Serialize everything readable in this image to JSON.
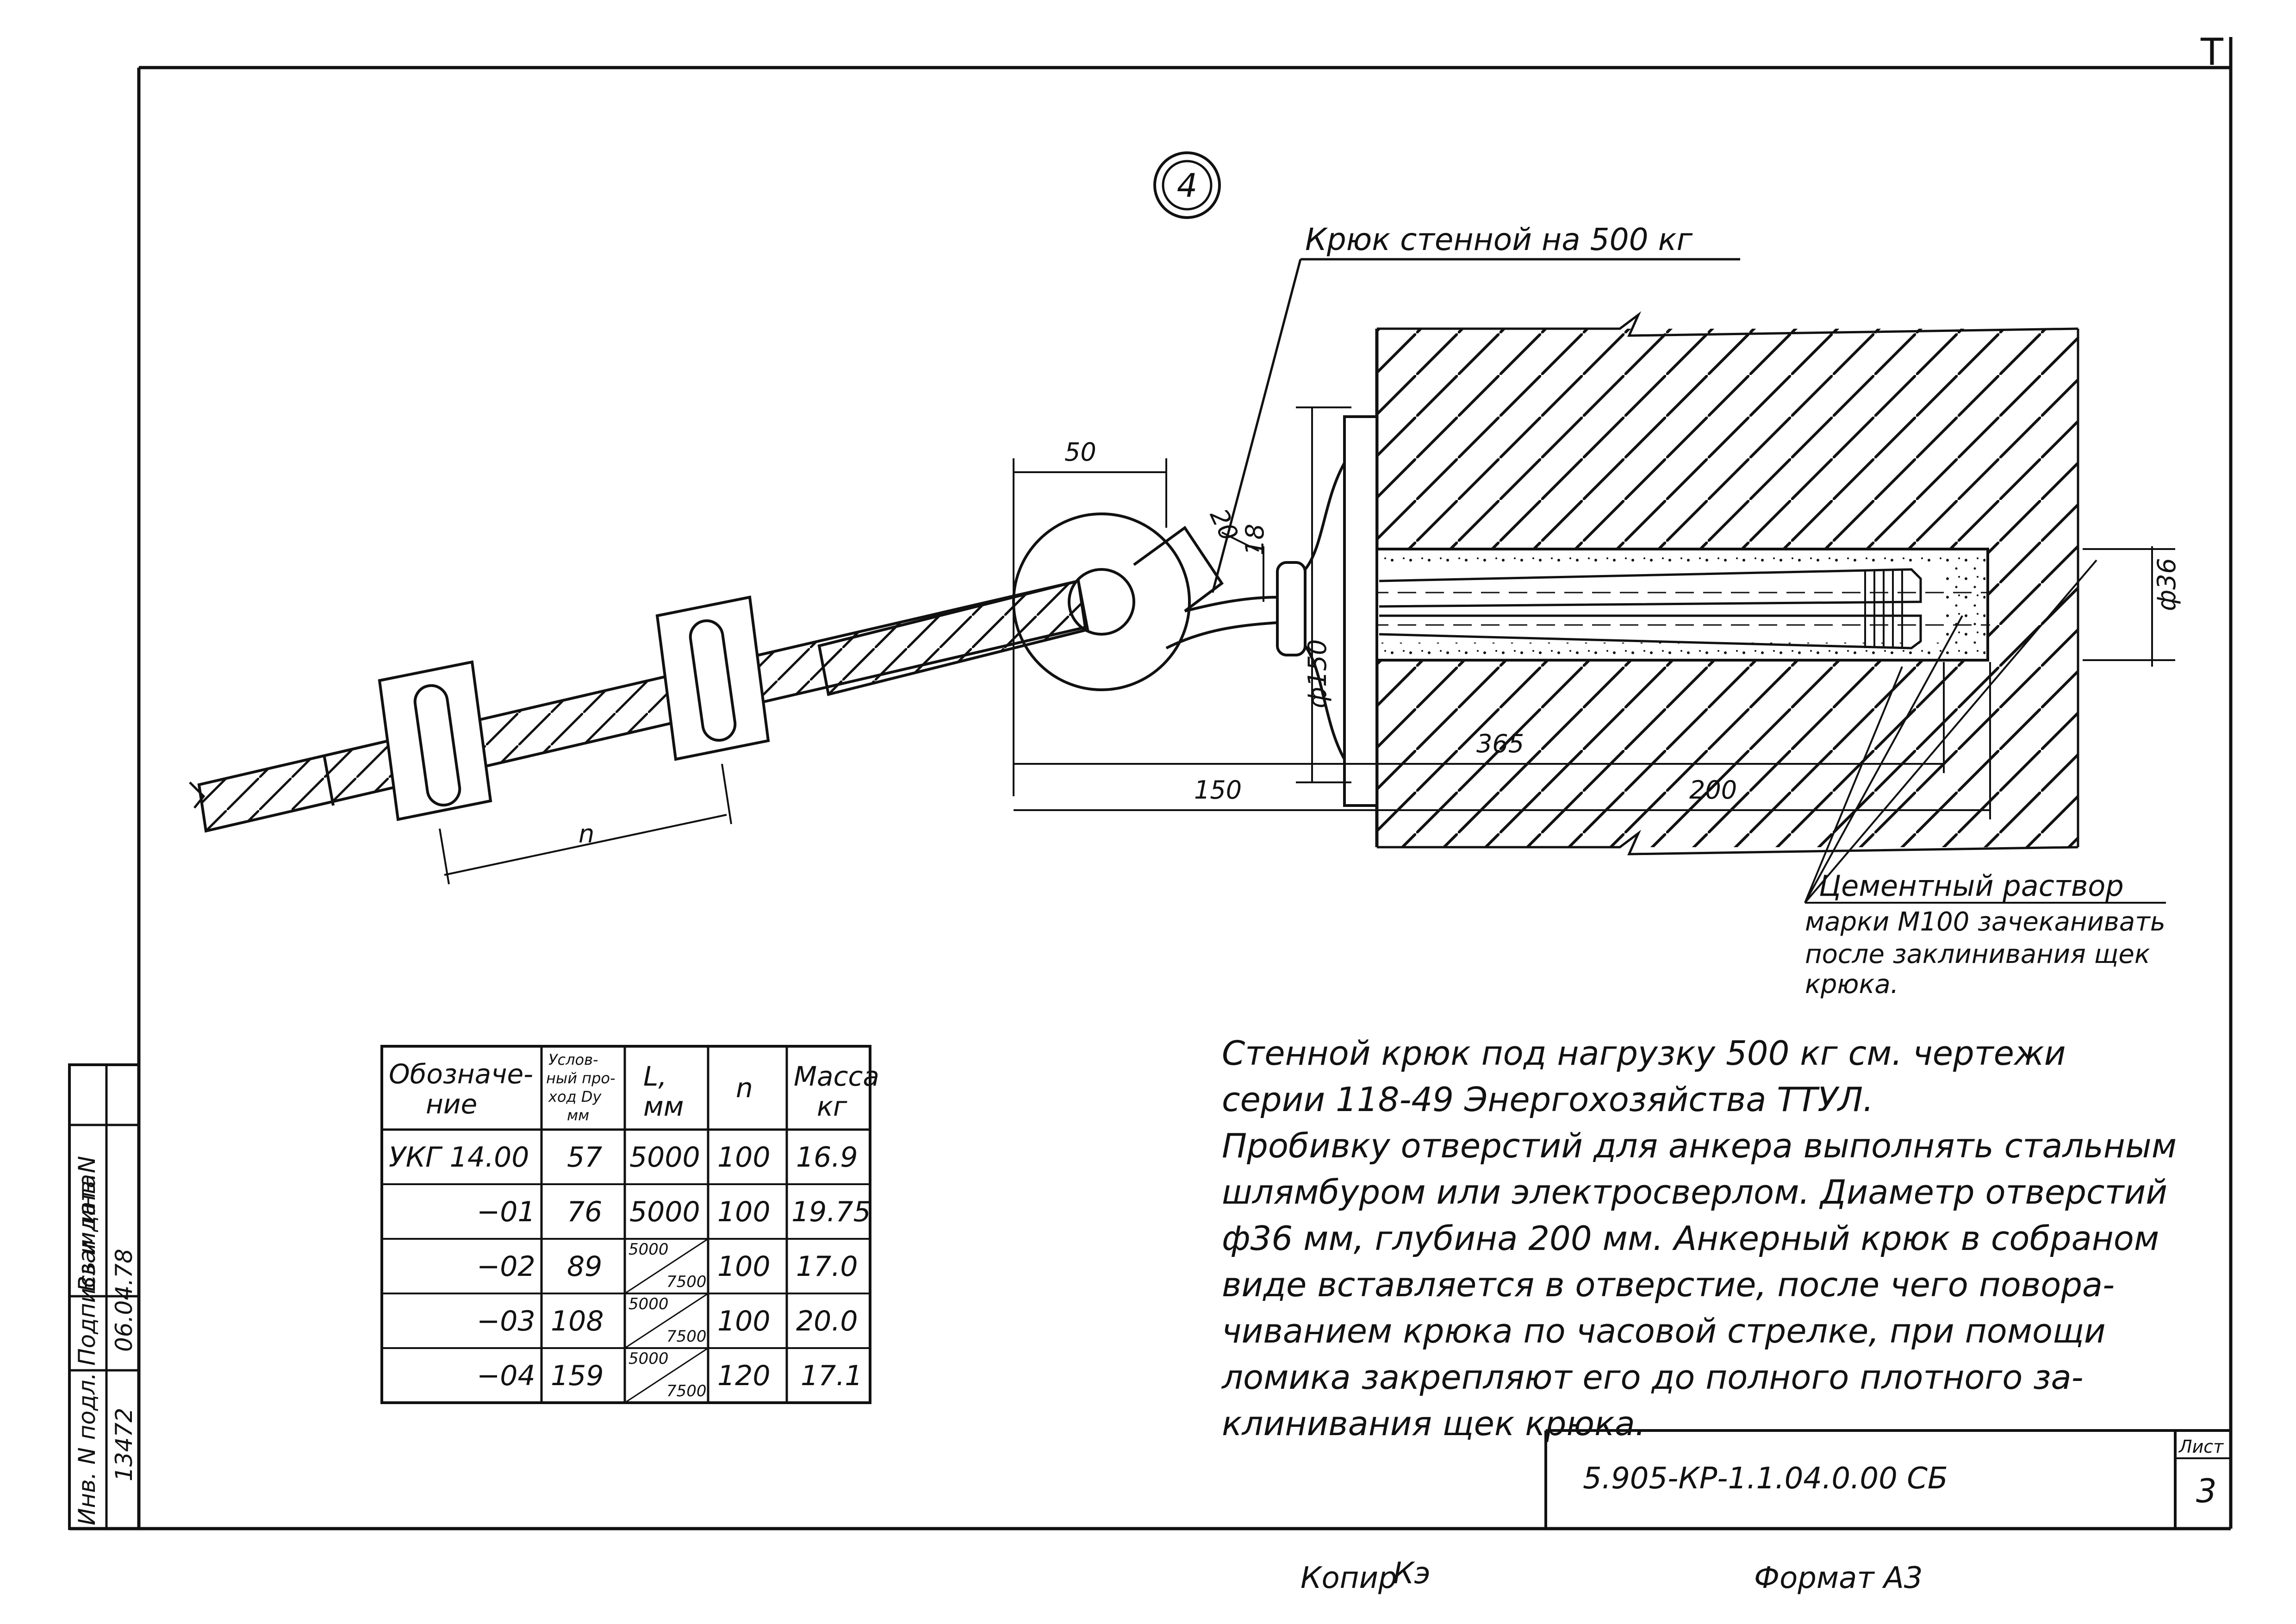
{
  "view_number": "4",
  "callout_title": "Крюк стенной на 500 кг",
  "corner_mark": "Т",
  "dimensions": {
    "d50": "50",
    "d20": "20",
    "d18": "18",
    "phi150": "ф150",
    "d365": "365",
    "d150": "150",
    "d200": "200",
    "phi36": "ф36",
    "n": "n"
  },
  "mortar_note": [
    "Цементный раствор",
    "марки М100 зачеканивать",
    "после заклинивания щек",
    "крюка."
  ],
  "general_notes": [
    "Стенной крюк под нагрузку 500 кг см. чертежи",
    "серии 118-49 Энергохозяйства ТТУЛ.",
    "Пробивку отверстий для анкера выполнять стальным",
    "шлямбуром или электросверлом. Диаметр отверстий",
    "ф36 мм, глубина 200 мм. Анкерный крюк в собраном",
    "виде вставляется в отверстие, после чего повора-",
    "чиванием крюка по часовой стрелке, при помощи",
    "ломика закрепляют его до полного плотного за-",
    "клинивания щек крюка."
  ],
  "spec_table": {
    "headers": {
      "designation": [
        "Обозначе-",
        "ние"
      ],
      "nominal_bore": [
        "Услов-",
        "ный про-",
        "ход Dу",
        "мм"
      ],
      "length": [
        "L,",
        "мм"
      ],
      "n": "n",
      "mass": [
        "Масса",
        "кг"
      ]
    },
    "rows": [
      {
        "designation": "УКГ 14.00",
        "bore": "57",
        "length_top": "5000",
        "length_bottom": "",
        "n": "100",
        "mass": "16.9"
      },
      {
        "designation": "−01",
        "bore": "76",
        "length_top": "5000",
        "length_bottom": "",
        "n": "100",
        "mass": "19.75"
      },
      {
        "designation": "−02",
        "bore": "89",
        "length_top": "5000",
        "length_bottom": "7500",
        "n": "100",
        "mass": "17.0"
      },
      {
        "designation": "−03",
        "bore": "108",
        "length_top": "5000",
        "length_bottom": "7500",
        "n": "100",
        "mass": "20.0"
      },
      {
        "designation": "−04",
        "bore": "159",
        "length_top": "5000",
        "length_bottom": "7500",
        "n": "120",
        "mass": "17.1"
      }
    ]
  },
  "side_stamp": {
    "inv_original": "Инв. N подл.",
    "signature_date": "Подпись и дата",
    "inv_replacement": "Взам.инв.N",
    "inv_value": "13472",
    "date_value": "06.04.78"
  },
  "title_block": {
    "code": "5.905-КР-1.1.04.0.00 СБ",
    "sheet_label": "Лист",
    "sheet_number": "3"
  },
  "footer": {
    "copied": "Копир",
    "copied_sign": "Кэ",
    "format": "Формат А3"
  }
}
